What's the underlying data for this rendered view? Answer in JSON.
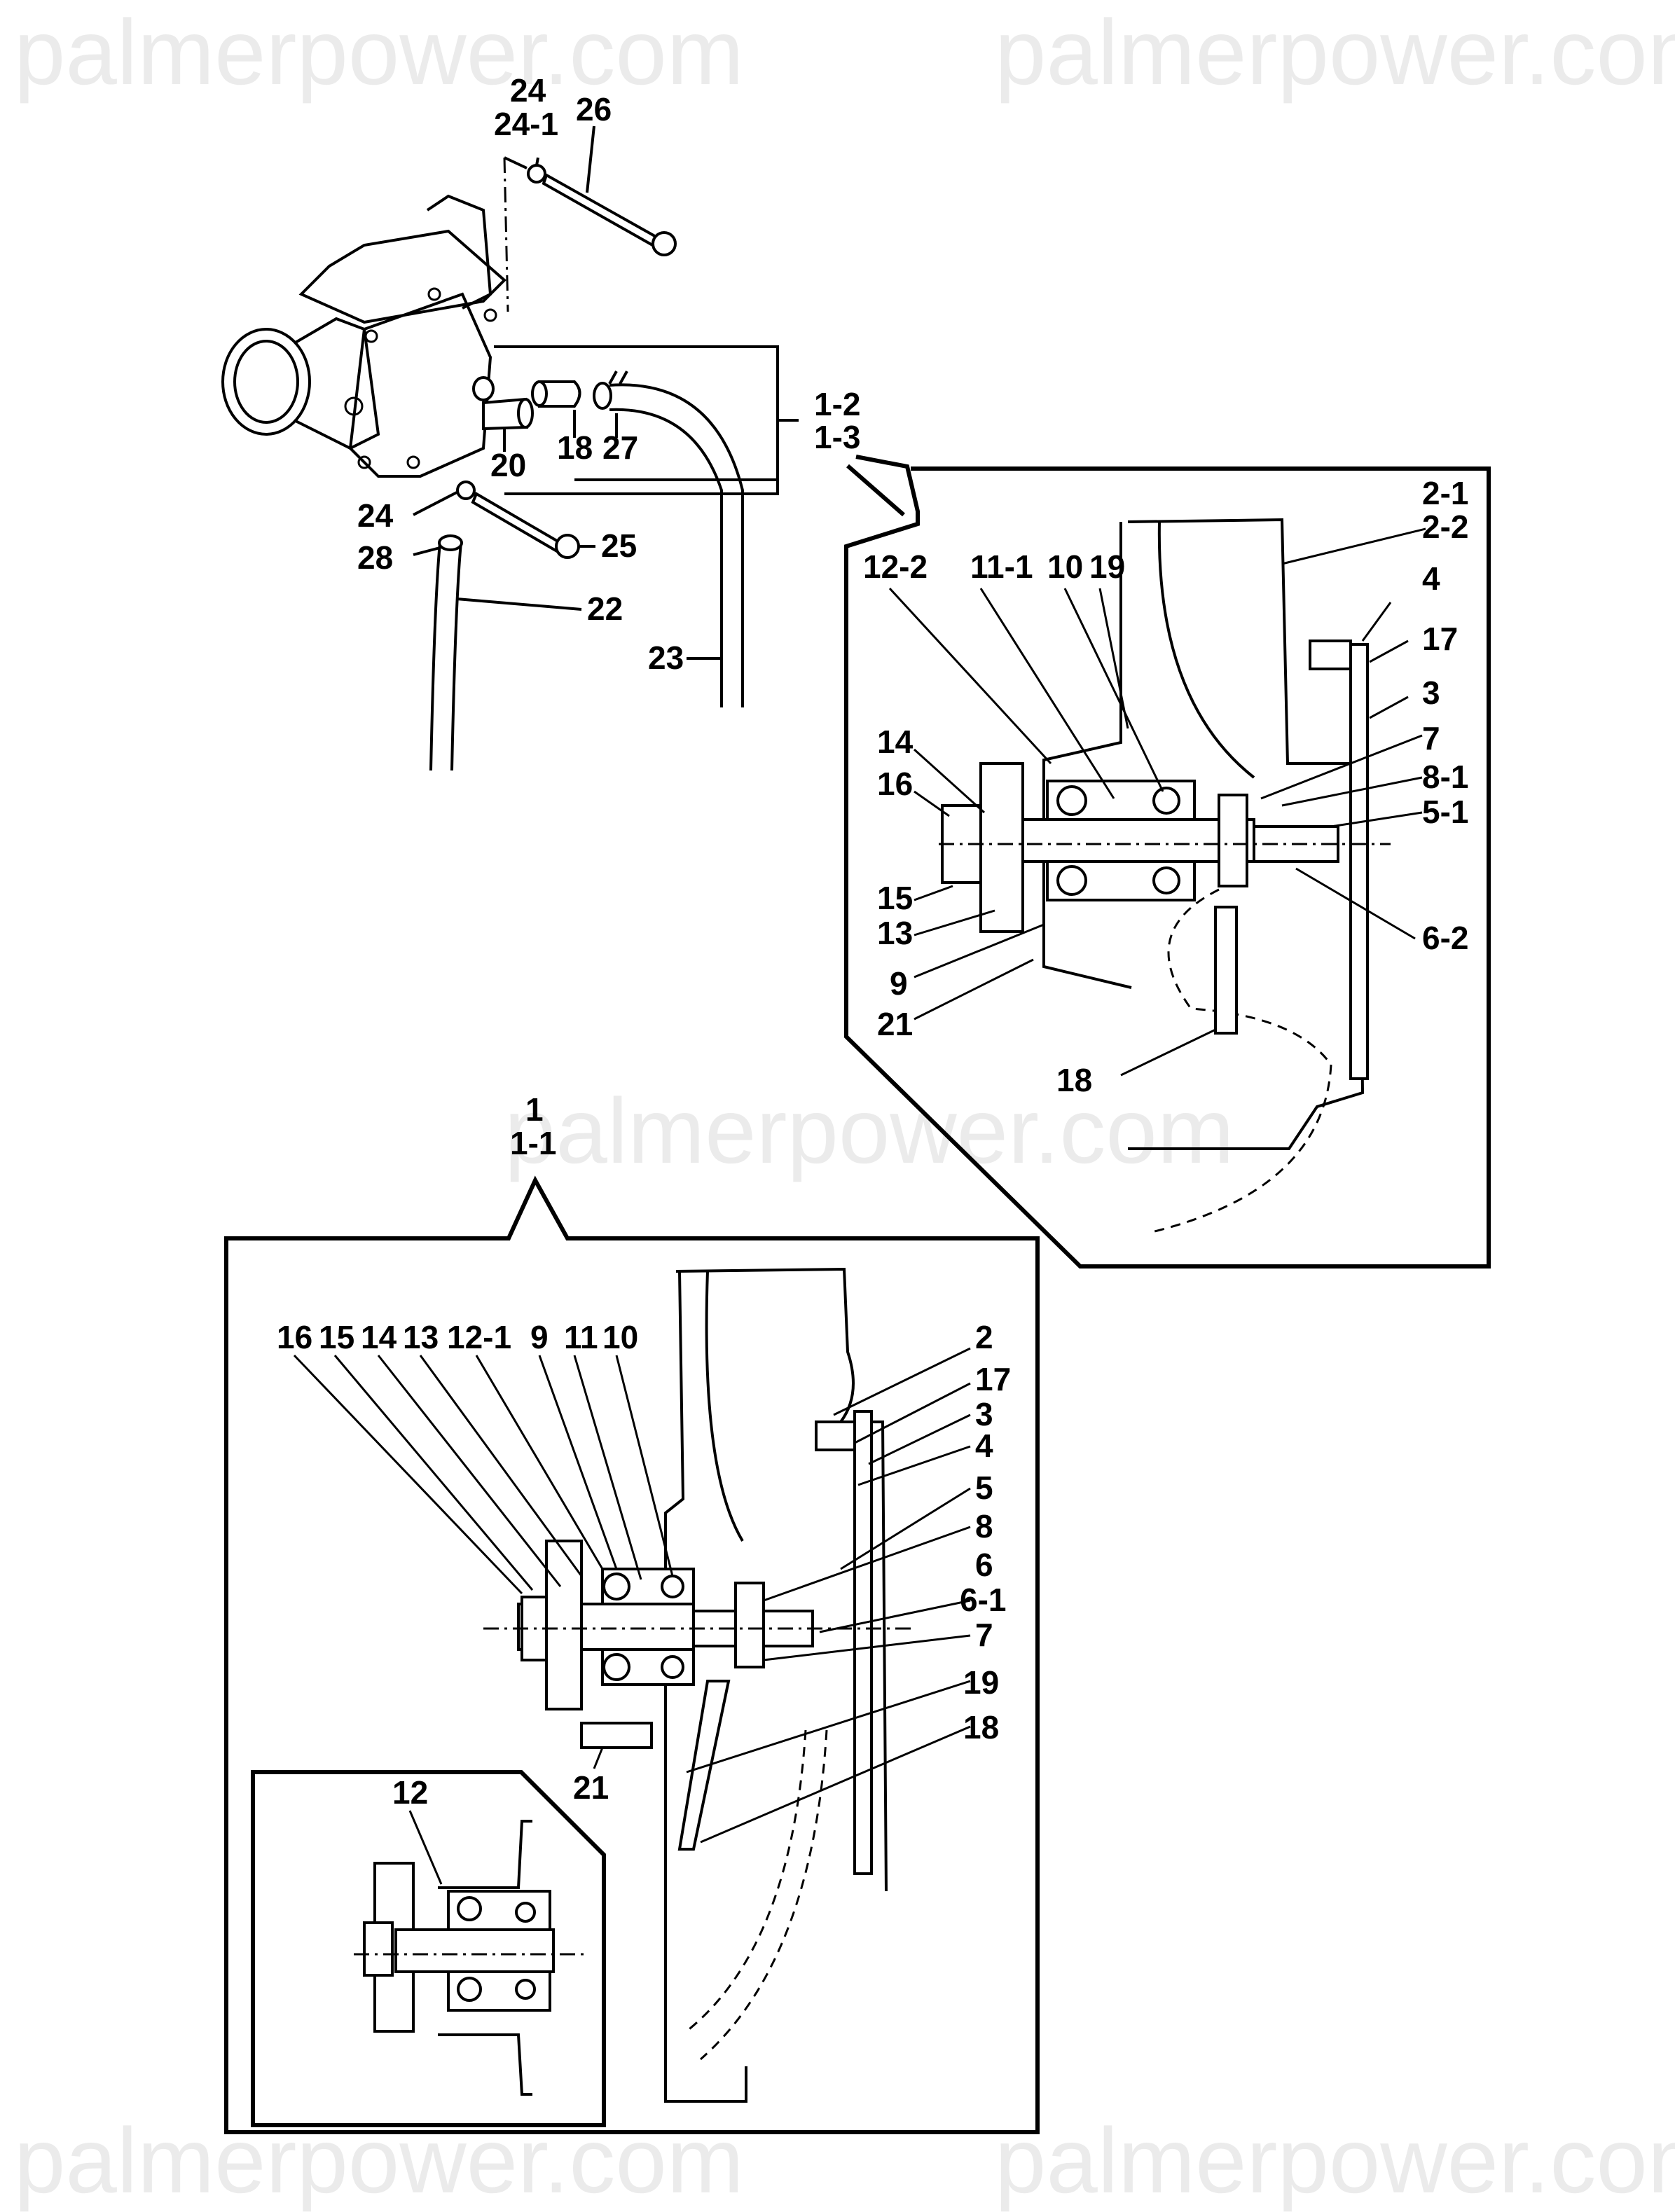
{
  "diagram": {
    "type": "exploded parts diagram",
    "subject": "water pump assembly",
    "watermark": "palmerpower.com",
    "views": [
      {
        "id": "exploded-view",
        "description": "Exploded view of water pump with hoses and fasteners",
        "labels": [
          "24",
          "24-1",
          "26",
          "1-2",
          "1-3",
          "20",
          "18",
          "27",
          "24",
          "25",
          "28",
          "22",
          "23"
        ]
      },
      {
        "id": "section-view-1-2-1-3",
        "callout": [
          "1-2",
          "1-3"
        ],
        "labels": [
          "2-1",
          "2-2",
          "12-2",
          "11-1",
          "10",
          "19",
          "4",
          "17",
          "3",
          "14",
          "7",
          "16",
          "8-1",
          "5-1",
          "15",
          "13",
          "6-2",
          "9",
          "21",
          "18"
        ]
      },
      {
        "id": "section-view-1-1-1",
        "callout": [
          "1",
          "1-1"
        ],
        "labels": [
          "16",
          "15",
          "14",
          "13",
          "12-1",
          "9",
          "11",
          "10",
          "2",
          "17",
          "3",
          "4",
          "5",
          "8",
          "6",
          "6-1",
          "7",
          "19",
          "18",
          "21"
        ]
      },
      {
        "id": "inset-detail",
        "labels": [
          "12"
        ]
      }
    ]
  },
  "labels": {
    "ex_24_top": "24",
    "ex_24_1": "24-1",
    "ex_26": "26",
    "ex_1_2": "1-2",
    "ex_1_3": "1-3",
    "ex_20": "20",
    "ex_18": "18",
    "ex_27": "27",
    "ex_24_low": "24",
    "ex_25": "25",
    "ex_28": "28",
    "ex_22": "22",
    "ex_23": "23",
    "s2_2_1": "2-1",
    "s2_2_2": "2-2",
    "s2_12_2": "12-2",
    "s2_11_1": "11-1",
    "s2_10": "10",
    "s2_19": "19",
    "s2_4": "4",
    "s2_17": "17",
    "s2_3": "3",
    "s2_14": "14",
    "s2_7": "7",
    "s2_16": "16",
    "s2_8_1": "8-1",
    "s2_5_1": "5-1",
    "s2_15": "15",
    "s2_13": "13",
    "s2_6_2": "6-2",
    "s2_9": "9",
    "s2_21": "21",
    "s2_18": "18",
    "s1_1": "1",
    "s1_1_1": "1-1",
    "s1_16": "16",
    "s1_15": "15",
    "s1_14": "14",
    "s1_13": "13",
    "s1_12_1": "12-1",
    "s1_9": "9",
    "s1_11": "11",
    "s1_10": "10",
    "s1_2": "2",
    "s1_17": "17",
    "s1_3": "3",
    "s1_4": "4",
    "s1_5": "5",
    "s1_8": "8",
    "s1_6": "6",
    "s1_6_1": "6-1",
    "s1_7": "7",
    "s1_19": "19",
    "s1_18": "18",
    "s1_21": "21",
    "inset_12": "12"
  },
  "watermarks": [
    "palmerpower.com",
    "palmerpower.com",
    "palmerpower.com",
    "palmerpower.com",
    "palmerpower.com"
  ]
}
